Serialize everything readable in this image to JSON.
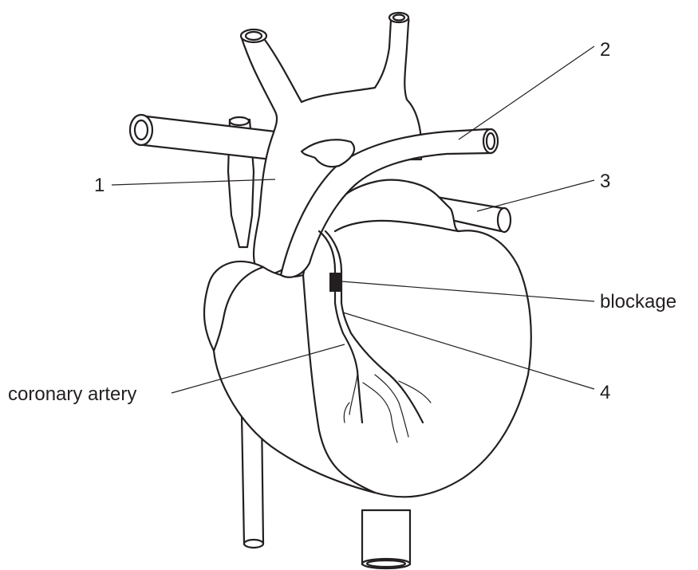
{
  "labels": {
    "label_1": "1",
    "label_2": "2",
    "label_3": "3",
    "label_4": "4",
    "blockage": "blockage",
    "coronary_artery": "coronary artery"
  },
  "colors": {
    "ink": "#231f20",
    "background": "#ffffff",
    "blockage_fill": "#231f20"
  }
}
